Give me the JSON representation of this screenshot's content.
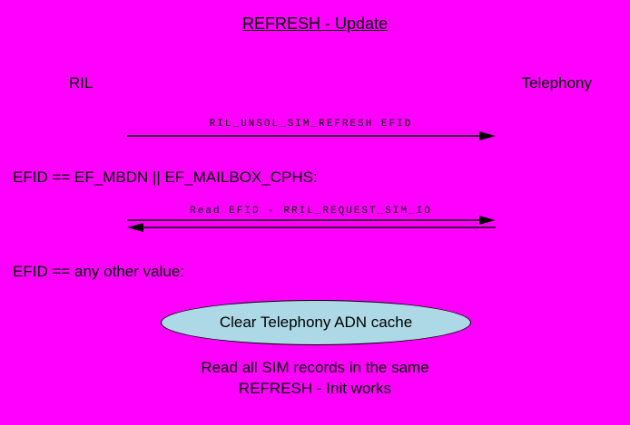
{
  "colors": {
    "background": "#FF00FF",
    "ellipse_fill": "#ADD8E6",
    "line": "#000000",
    "text": "#000000"
  },
  "title": "REFRESH - Update",
  "actors": {
    "left": "RIL",
    "right": "Telephony"
  },
  "arrows": [
    {
      "label": "RIL_UNSOL_SIM_REFRESH EFID",
      "from": "RIL",
      "to": "Telephony",
      "direction": "right"
    },
    {
      "label": "Read EFID - RRIL_REQUEST_SIM_IO",
      "from": "Telephony",
      "to": "RIL",
      "direction": "both"
    }
  ],
  "conditions": [
    "EFID == EF_MBDN || EF_MAILBOX_CPHS:",
    "EFID == any other value:"
  ],
  "ellipse": {
    "label": "Clear Telephony ADN cache"
  },
  "footer": {
    "line1": "Read all SIM records in the same",
    "line2": "REFRESH - Init works"
  }
}
